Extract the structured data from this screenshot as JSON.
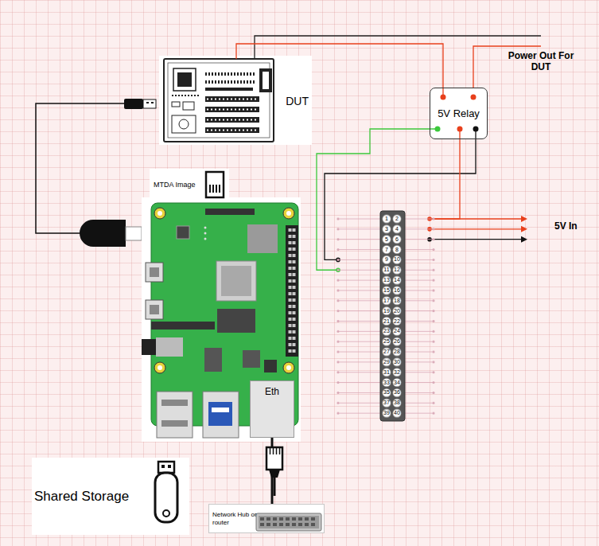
{
  "diagram": {
    "nodes": [
      {
        "text": [
          "DUT"
        ]
      },
      {
        "text": [
          "5V Relay"
        ]
      },
      {
        "text": [
          "MTDA Image"
        ]
      },
      {
        "text": [
          "Eth"
        ]
      },
      {
        "text": [
          "Shared Storage"
        ]
      },
      {
        "text": [
          "Network Hub or router"
        ]
      }
    ],
    "edges": [
      {
        "from": 0,
        "to": 1,
        "arrow": "none"
      },
      {
        "from": 3,
        "to": 5,
        "arrow": "none"
      }
    ],
    "labels": [
      "Power Out For DUT",
      "5V In",
      "1",
      "2",
      "3",
      "4",
      "5",
      "6",
      "7",
      "8",
      "9",
      "10",
      "11",
      "12",
      "13",
      "14",
      "15",
      "16",
      "17",
      "18",
      "19",
      "20",
      "21",
      "22",
      "23",
      "24",
      "25",
      "26",
      "27",
      "28",
      "29",
      "30",
      "31",
      "32",
      "33",
      "34",
      "35",
      "36",
      "37",
      "38",
      "39",
      "40"
    ]
  }
}
